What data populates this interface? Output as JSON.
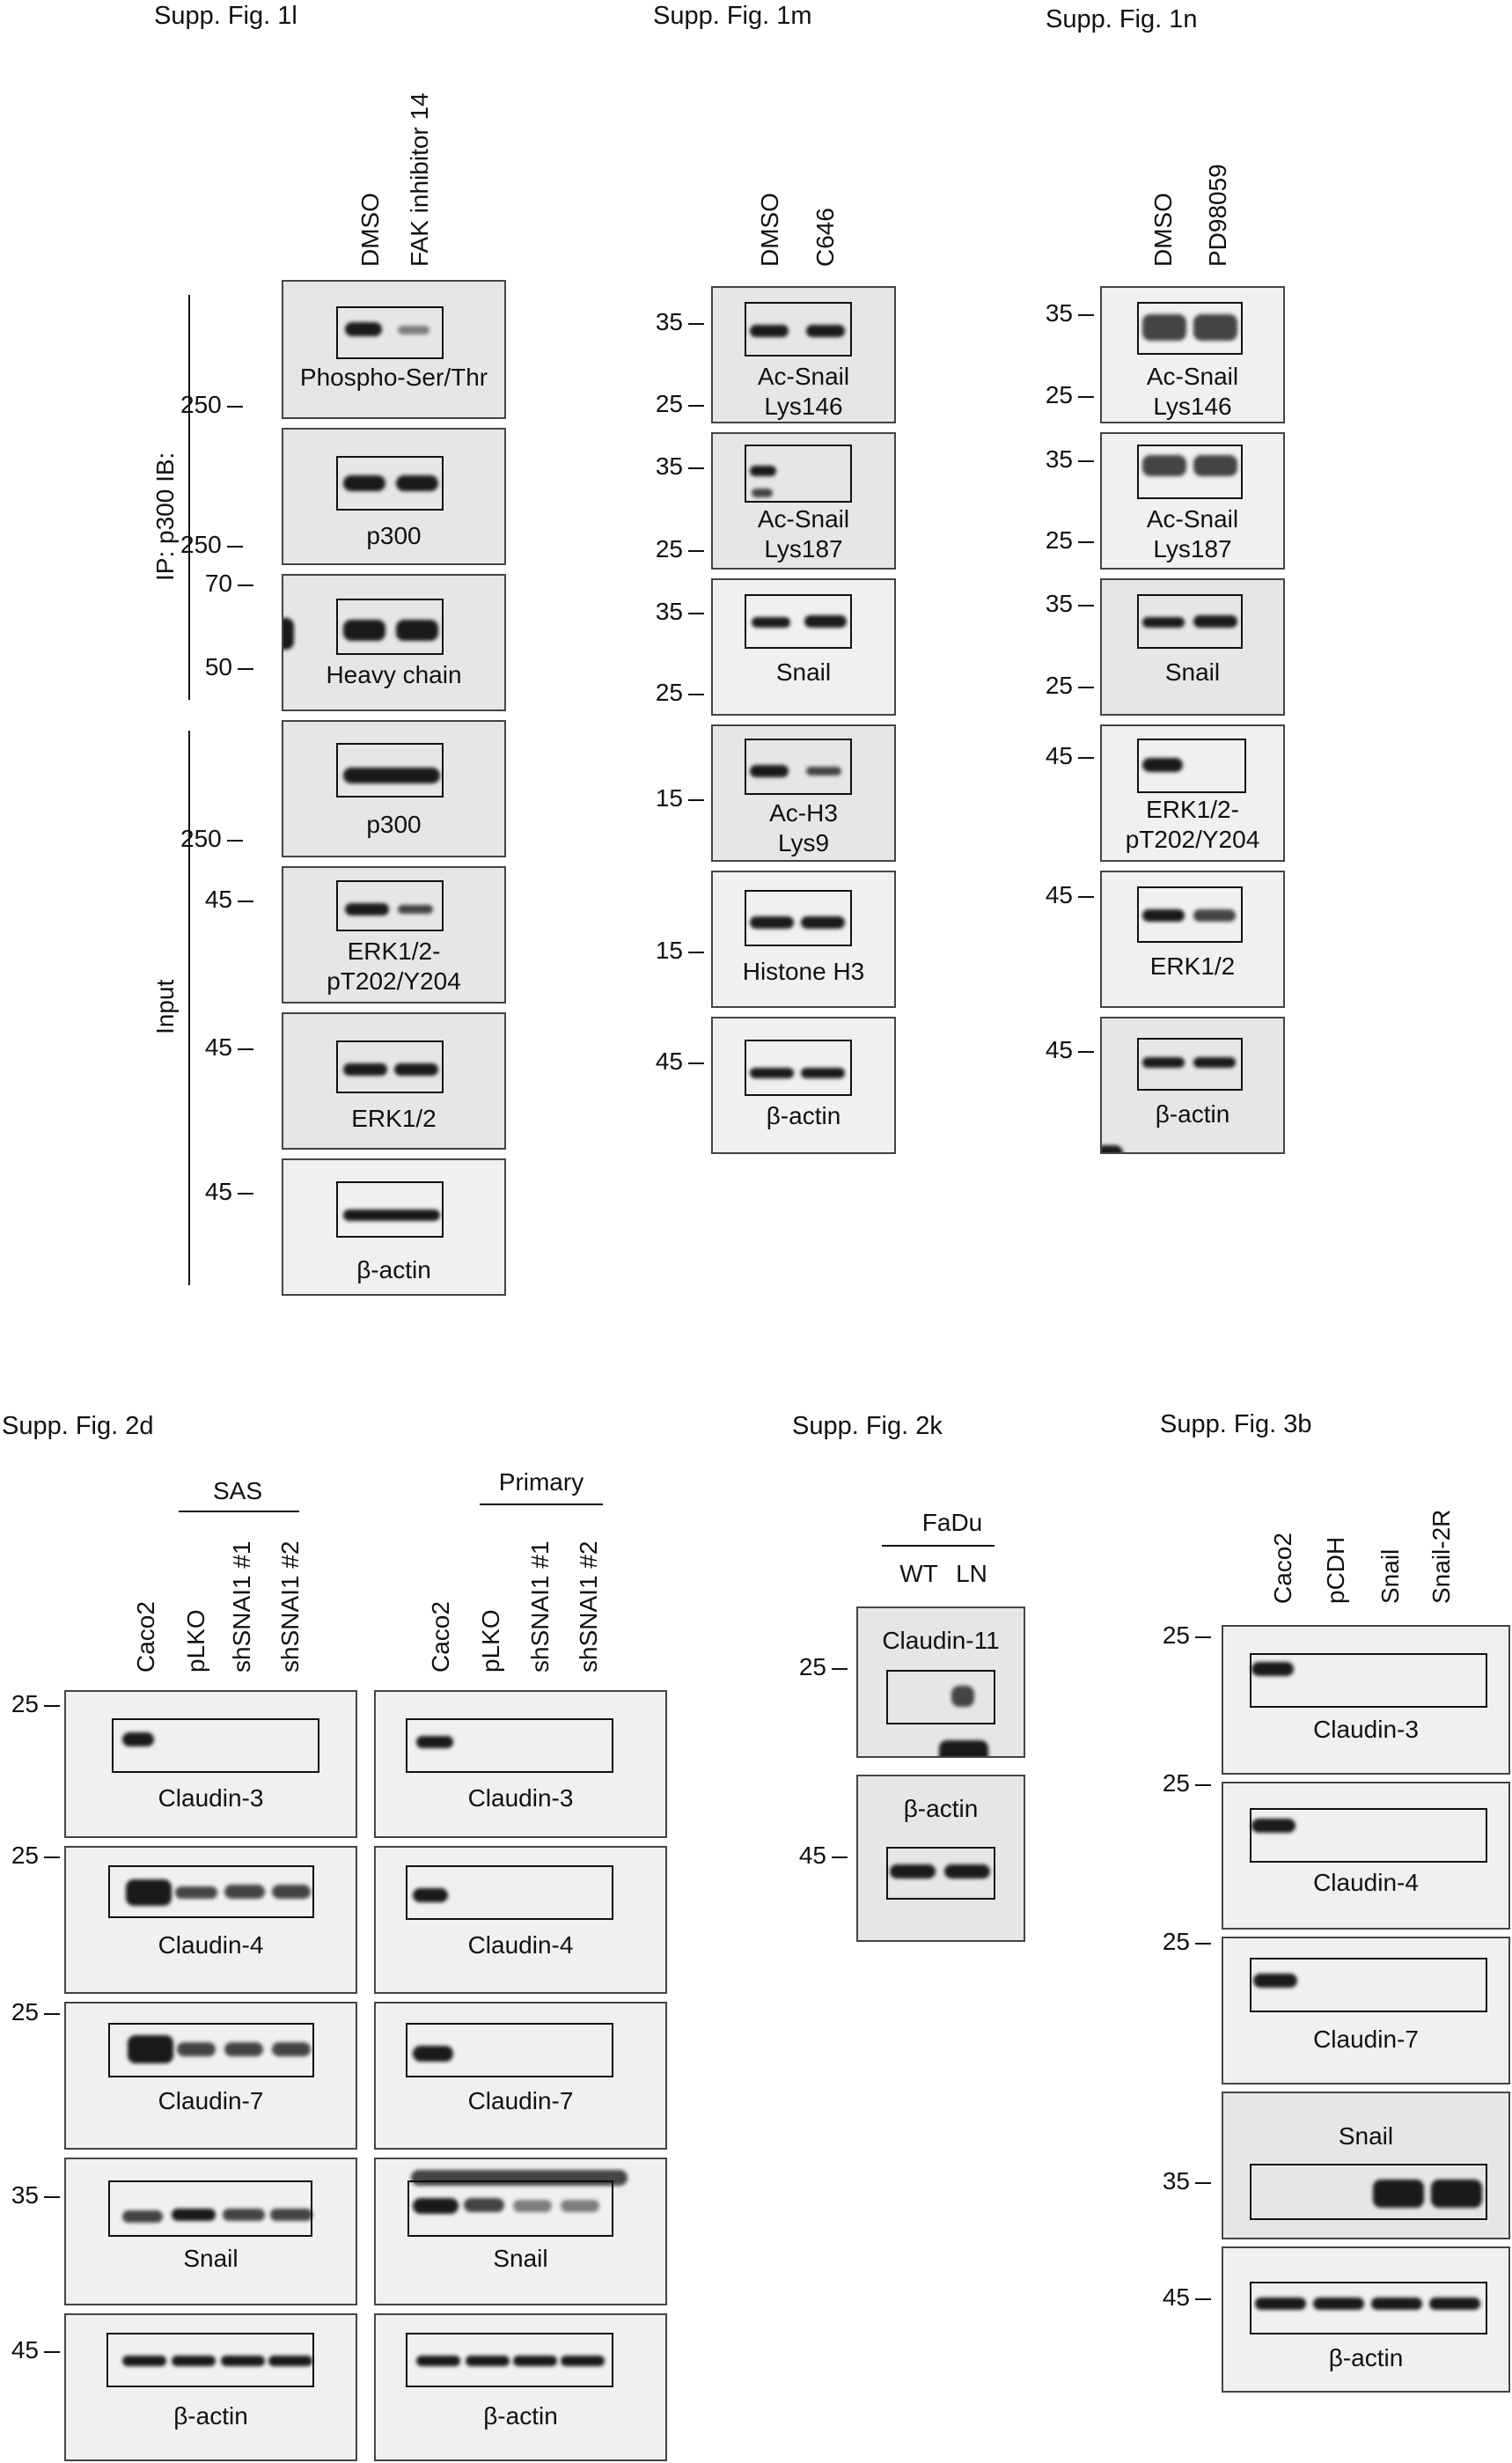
{
  "titles": {
    "f1l": "Supp. Fig. 1l",
    "f1m": "Supp. Fig. 1m",
    "f1n": "Supp. Fig. 1n",
    "f2d": "Supp. Fig. 2d",
    "f2k": "Supp. Fig. 2k",
    "f3b": "Supp. Fig. 3b"
  },
  "f1l": {
    "lanes": [
      "DMSO",
      "FAK inhibitor 14"
    ],
    "side_labels": [
      "IP: p300 IB:",
      "Input"
    ],
    "panels": [
      "Phospho-Ser/Thr",
      "p300",
      "Heavy chain",
      "p300",
      "ERK1/2-\npT202/Y204",
      "ERK1/2",
      "β-actin"
    ],
    "markers": [
      "250",
      "250",
      "70",
      "50",
      "250",
      "45",
      "45",
      "45"
    ]
  },
  "f1m": {
    "lanes": [
      "DMSO",
      "C646"
    ],
    "panels": [
      "Ac-Snail\nLys146",
      "Ac-Snail\nLys187",
      "Snail",
      "Ac-H3\nLys9",
      "Histone H3",
      "β-actin"
    ],
    "markers": [
      "35",
      "25",
      "35",
      "25",
      "35",
      "25",
      "15",
      "15",
      "45"
    ]
  },
  "f1n": {
    "lanes": [
      "DMSO",
      "PD98059"
    ],
    "panels": [
      "Ac-Snail\nLys146",
      "Ac-Snail\nLys187",
      "Snail",
      "ERK1/2-\npT202/Y204",
      "ERK1/2",
      "β-actin"
    ],
    "markers": [
      "35",
      "25",
      "35",
      "25",
      "35",
      "25",
      "45",
      "45",
      "45"
    ]
  },
  "f2d": {
    "groups": [
      "SAS",
      "Primary"
    ],
    "lanes": [
      "Caco2",
      "pLKO",
      "shSNAI1 #1",
      "shSNAI1 #2"
    ],
    "panels": [
      "Claudin-3",
      "Claudin-4",
      "Claudin-7",
      "Snail",
      "β-actin"
    ],
    "markers": [
      "25",
      "25",
      "25",
      "35",
      "45"
    ]
  },
  "f2k": {
    "group": "FaDu",
    "lanes": [
      "WT",
      "LN"
    ],
    "panels": [
      "Claudin-11",
      "β-actin"
    ],
    "markers": [
      "25",
      "45"
    ]
  },
  "f3b": {
    "lanes": [
      "Caco2",
      "pCDH",
      "Snail",
      "Snail-2R"
    ],
    "panels": [
      "Claudin-3",
      "Claudin-4",
      "Claudin-7",
      "Snail",
      "β-actin"
    ],
    "markers": [
      "25",
      "25",
      "25",
      "35",
      "45"
    ]
  }
}
